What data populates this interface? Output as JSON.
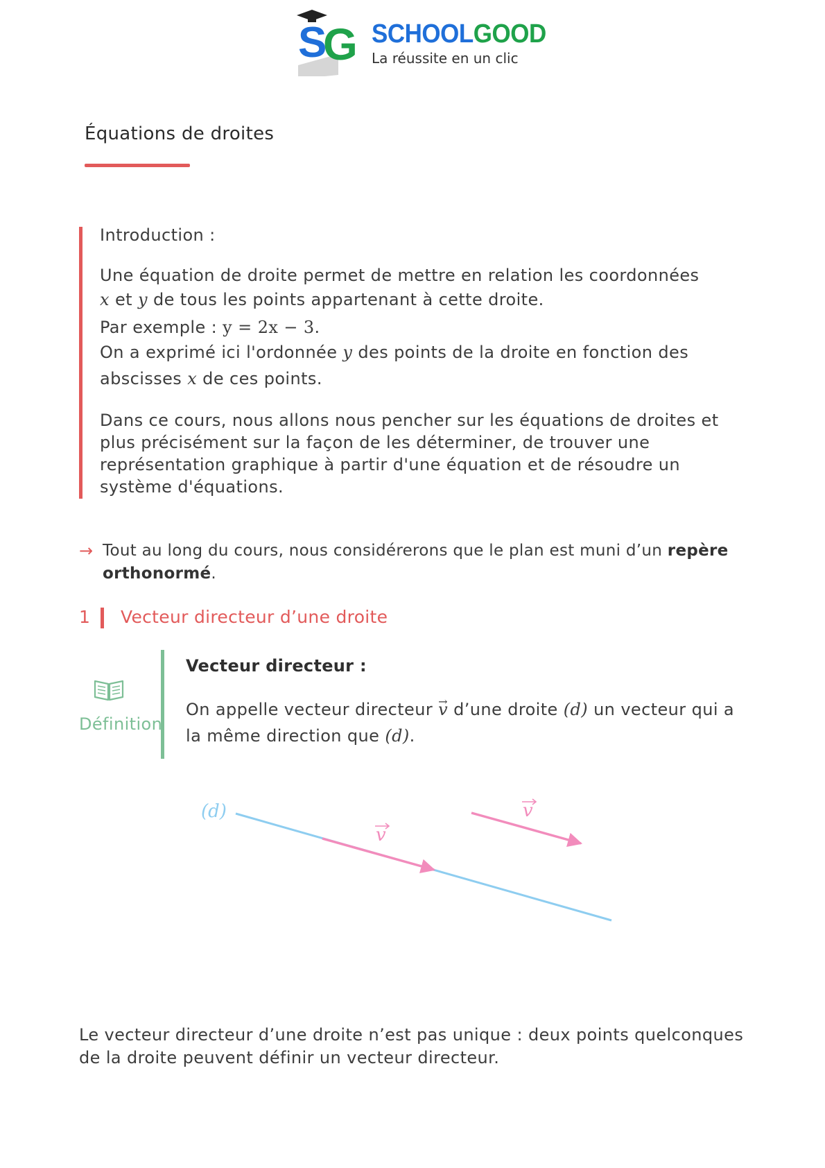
{
  "header": {
    "brand_school": "SCHOOL",
    "brand_good": "GOOD",
    "tagline": "La réussite en un clic",
    "logo_monogram": "SG"
  },
  "page_title": "Équations de droites",
  "intro": {
    "heading": "Introduction :",
    "p1_a": "Une équation de droite permet de mettre en relation les coordonnées",
    "p1_x": "x",
    "p1_et": " et ",
    "p1_y": "y",
    "p1_b": " de tous les points appartenant à cette droite.",
    "p2_label": "Par exemple : ",
    "p2_eq": "y = 2x − 3",
    "p2_end": ".",
    "p3_a": "On a exprimé ici l'ordonnée ",
    "p3_y": "y",
    "p3_b": " des points de la droite en fonction des",
    "p4_a": "abscisses ",
    "p4_x": "x",
    "p4_b": " de ces points.",
    "p5": "Dans ce cours, nous allons nous pencher sur les équations de droites et plus précisément sur la façon de les déterminer, de trouver une représentation graphique à partir d'une équation et de résoudre un système d'équations."
  },
  "note": {
    "arrow": "→",
    "text_a": "Tout au long du cours, nous considérerons que le plan est muni d’un ",
    "text_bold": "repère orthonormé",
    "text_end": "."
  },
  "section": {
    "number": "1",
    "title": "Vecteur directeur d’une droite"
  },
  "definition": {
    "label": "Définition",
    "icon": "open-book-icon",
    "heading": "Vecteur directeur :",
    "body_a": "On appelle vecteur directeur ",
    "body_v": "v",
    "body_b": " d’une droite ",
    "body_d": "(d)",
    "body_c": " un vecteur qui a la même direction que ",
    "body_d2": "(d)",
    "body_end": "."
  },
  "figure": {
    "line_label": "(d)",
    "vector_label": "v",
    "line_color": "#8ecdf0",
    "vector_color": "#f28cbc"
  },
  "closing": "Le vecteur directeur d’une droite n’est pas unique : deux points quelconques de la droite peuvent définir un vecteur directeur.",
  "colors": {
    "accent_red": "#e25a5a",
    "definition_green": "#7dbf96",
    "brand_blue": "#1f6fd9",
    "brand_green": "#1fa24a"
  }
}
